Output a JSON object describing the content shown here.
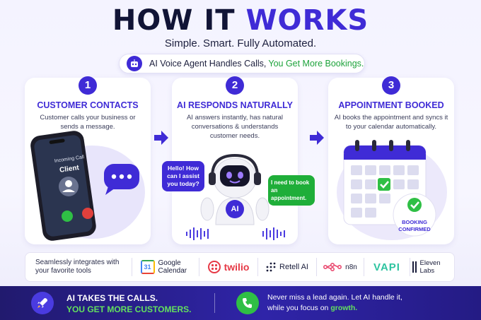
{
  "header": {
    "title_part1": "HOW IT ",
    "title_part2": "WORKS",
    "subtitle": "Simple. Smart. Fully Automated.",
    "pill_text": "AI Voice Agent Handles Calls,",
    "pill_highlight": "You Get More Bookings."
  },
  "steps": [
    {
      "number": "1",
      "title": "CUSTOMER CONTACTS",
      "description": "Customer calls your business or sends a message.",
      "phone_call_label": "Incoming Call",
      "phone_caller": "Client"
    },
    {
      "number": "2",
      "title": "AI RESPONDS NATURALLY",
      "description": "AI answers instantly, has natural conversations & understands customer needs.",
      "bubble_ai": "Hello! How can I assist you today?",
      "bubble_user": "I need to book an appointment.",
      "robot_badge": "AI"
    },
    {
      "number": "3",
      "title": "APPOINTMENT BOOKED",
      "description": "AI books the appointment and syncs it to your calendar automatically.",
      "badge": "BOOKING CONFIRMED"
    }
  ],
  "integrations": {
    "intro": "Seamlessly integrates with your favorite tools",
    "logos": [
      {
        "name": "Google Calendar",
        "icon": "google-calendar-icon",
        "icon_text": "31"
      },
      {
        "name": "twilio",
        "icon": "twilio-icon"
      },
      {
        "name": "Retell AI",
        "icon": "retell-icon"
      },
      {
        "name": "n8n",
        "icon": "n8n-icon"
      },
      {
        "name": "VAPI",
        "icon": "vapi-wordmark"
      },
      {
        "name": "Eleven Labs",
        "icon": "elevenlabs-icon"
      }
    ]
  },
  "footer": {
    "left_line1": "AI TAKES THE CALLS.",
    "left_line2": "YOU GET MORE CUSTOMERS.",
    "right_line1": "Never miss a lead again. Let AI handle it,",
    "right_line2_prefix": "while you focus on ",
    "right_line2_highlight": "growth."
  },
  "colors": {
    "brand_purple": "#3f2bd6",
    "success_green": "#1da33b",
    "footer_navy": "#211a6e"
  }
}
